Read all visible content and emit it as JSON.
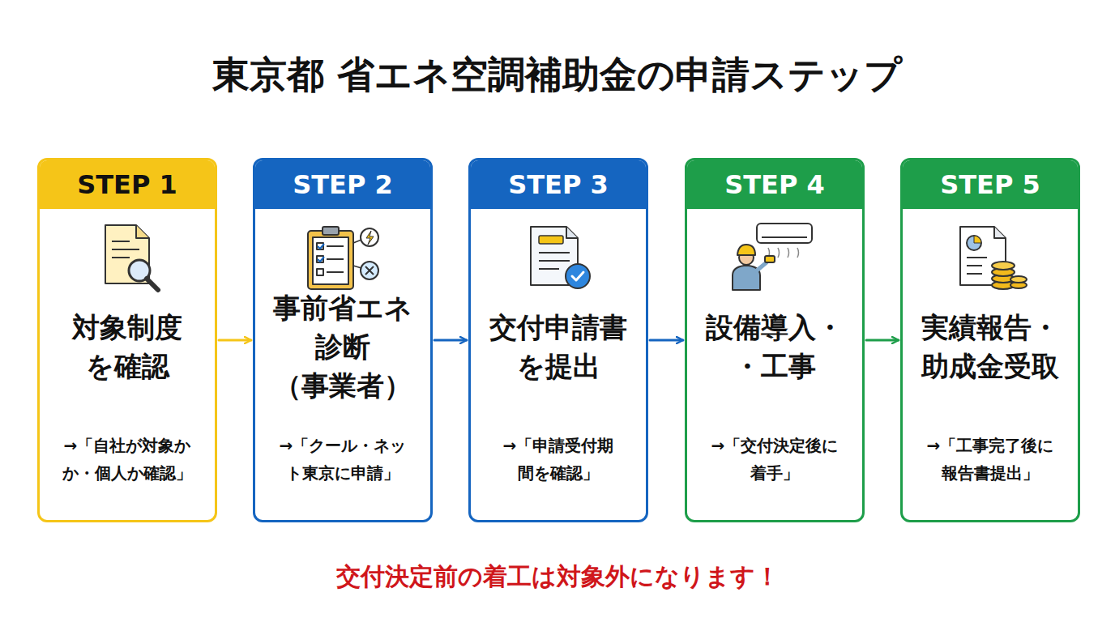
{
  "diagram": {
    "title": "東京都 省エネ空調補助金の申請ステップ",
    "nodes": [
      {
        "text": [
          "STEP 1",
          "対象制度 を確認",
          "→「自社が対象か か・個人か確認」"
        ]
      },
      {
        "text": [
          "STEP 2",
          "事前省エネ 診断 （事業者）",
          "→「クール・ネッ ト東京に申請」"
        ]
      },
      {
        "text": [
          "STEP 3",
          "交付申請書 を提出",
          "→「申請受付期 間を確認」"
        ]
      },
      {
        "text": [
          "STEP 4",
          "設備導入・ ・工事",
          "→「交付決定後に 着手」"
        ]
      },
      {
        "text": [
          "STEP 5",
          "実績報告・ 助成金受取",
          "→「工事完了後に 報告書提出」"
        ]
      }
    ],
    "edges": [
      {
        "from": 0,
        "to": 1,
        "arrow": "to"
      },
      {
        "from": 1,
        "to": 2,
        "arrow": "to"
      },
      {
        "from": 2,
        "to": 3,
        "arrow": "to"
      },
      {
        "from": 3,
        "to": 4,
        "arrow": "to"
      }
    ],
    "labels": [
      "交付決定前の着工は対象外になります！"
    ]
  }
}
